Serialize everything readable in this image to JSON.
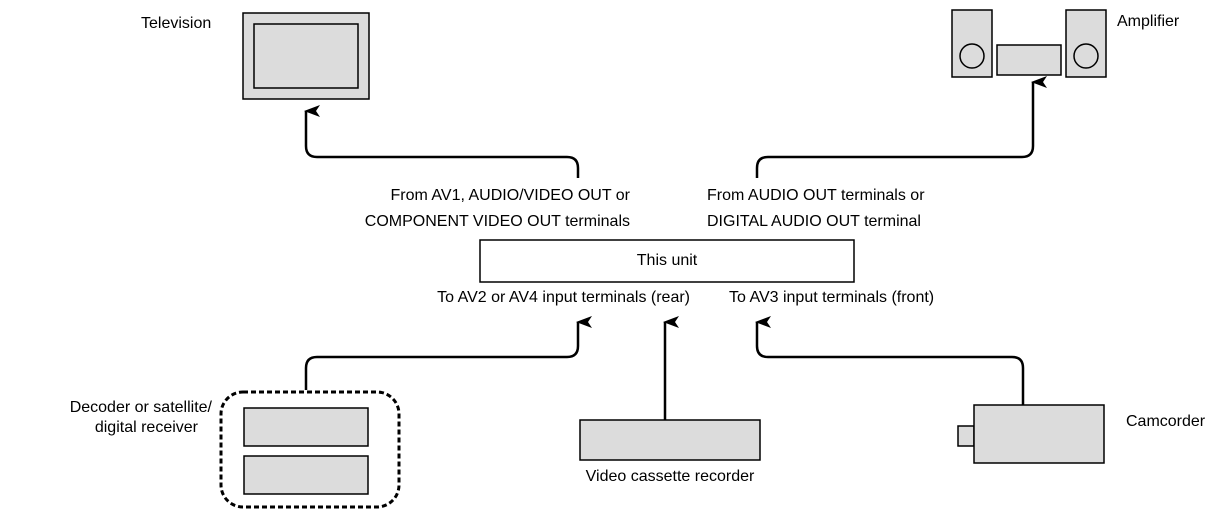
{
  "unit": {
    "label": "This unit"
  },
  "devices": {
    "television": {
      "label": "Television"
    },
    "amplifier": {
      "label": "Amplifier"
    },
    "decoder": {
      "label_line1": "Decoder or satellite/",
      "label_line2": "digital receiver"
    },
    "vcr": {
      "label": "Video cassette recorder"
    },
    "camcorder": {
      "label": "Camcorder"
    }
  },
  "connections": {
    "to_tv": {
      "line1": "From AV1, AUDIO/VIDEO OUT or",
      "line2": "COMPONENT VIDEO OUT terminals"
    },
    "to_amp": {
      "line1": "From AUDIO OUT terminals or",
      "line2": "DIGITAL AUDIO OUT terminal"
    },
    "rear_in": {
      "label": "To AV2 or AV4 input terminals (rear)"
    },
    "front_in": {
      "label": "To AV3 input terminals (front)"
    }
  },
  "colors": {
    "device_fill": "#dcdcdc",
    "stroke": "#000000",
    "background": "#ffffff"
  }
}
